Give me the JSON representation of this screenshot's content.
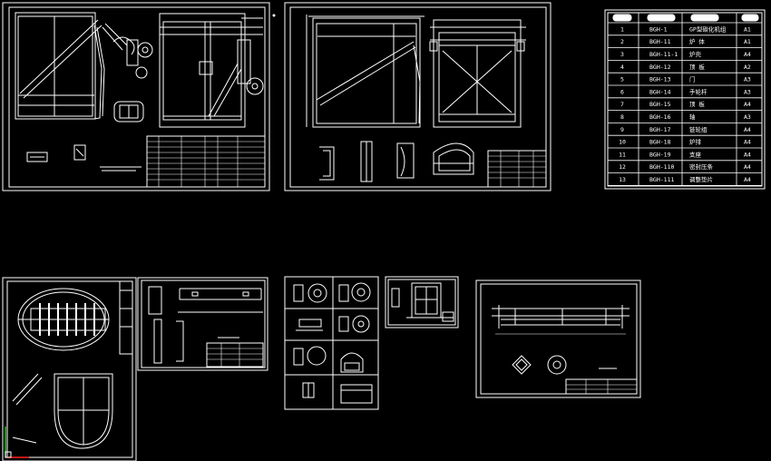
{
  "document": {
    "drawing_list": {
      "rows": [
        {
          "no": "1",
          "code": "BGH-1",
          "name": "GP型碳化机组",
          "size": "A1"
        },
        {
          "no": "2",
          "code": "BGH-11",
          "name": "炉 体",
          "size": "A1"
        },
        {
          "no": "3",
          "code": "BGH-11-1",
          "name": "炉壳",
          "size": "A4"
        },
        {
          "no": "4",
          "code": "BGH-12",
          "name": "顶 板",
          "size": "A2"
        },
        {
          "no": "5",
          "code": "BGH-13",
          "name": "门",
          "size": "A3"
        },
        {
          "no": "6",
          "code": "BGH-14",
          "name": "手轮杆",
          "size": "A3"
        },
        {
          "no": "7",
          "code": "BGH-15",
          "name": "顶 板",
          "size": "A4"
        },
        {
          "no": "8",
          "code": "BGH-16",
          "name": "轴",
          "size": "A3"
        },
        {
          "no": "9",
          "code": "BGH-17",
          "name": "链轮组",
          "size": "A4"
        },
        {
          "no": "10",
          "code": "BGH-18",
          "name": "炉排",
          "size": "A4"
        },
        {
          "no": "11",
          "code": "BGH-19",
          "name": "支座",
          "size": "A4"
        },
        {
          "no": "12",
          "code": "BGH-110",
          "name": "密封压条",
          "size": "A4"
        },
        {
          "no": "13",
          "code": "BGH-111",
          "name": "调整垫片",
          "size": "A4"
        }
      ]
    }
  },
  "colors": {
    "background": "#000000",
    "line": "#ffffff",
    "axis_x": "#ff2020",
    "axis_y": "#20c020"
  }
}
